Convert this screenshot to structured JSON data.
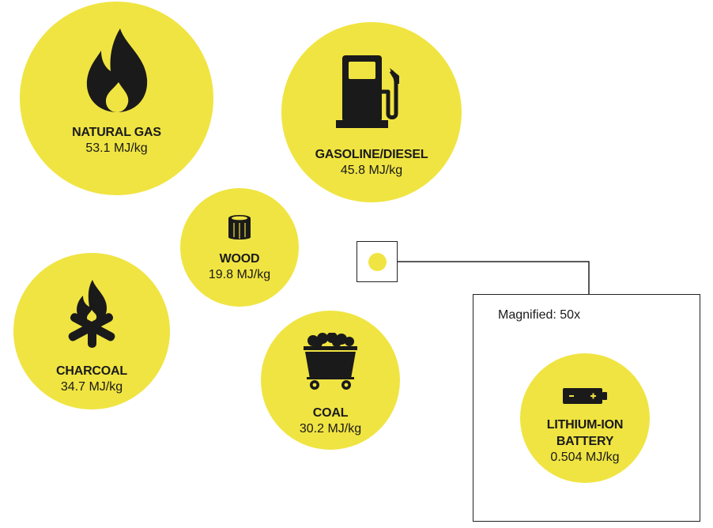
{
  "fuels": [
    {
      "id": "natural-gas",
      "name": "NATURAL GAS",
      "value": "53.1 MJ/kg",
      "icon": "flame-icon"
    },
    {
      "id": "gasoline-diesel",
      "name": "GASOLINE/DIESEL",
      "value": "45.8 MJ/kg",
      "icon": "fuel-pump-icon"
    },
    {
      "id": "wood",
      "name": "WOOD",
      "value": "19.8 MJ/kg",
      "icon": "log-icon"
    },
    {
      "id": "charcoal",
      "name": "CHARCOAL",
      "value": "34.7 MJ/kg",
      "icon": "campfire-icon"
    },
    {
      "id": "coal",
      "name": "COAL",
      "value": "30.2 MJ/kg",
      "icon": "mine-cart-icon"
    },
    {
      "id": "lithium-ion-battery",
      "name": "LITHIUM-ION BATTERY",
      "value": "0.504 MJ/kg",
      "icon": "battery-icon"
    }
  ],
  "magnifier": {
    "label": "Magnified: 50x"
  },
  "colors": {
    "circle_fill": "#f0e442",
    "text": "#1a1a1a",
    "border": "#222222"
  }
}
